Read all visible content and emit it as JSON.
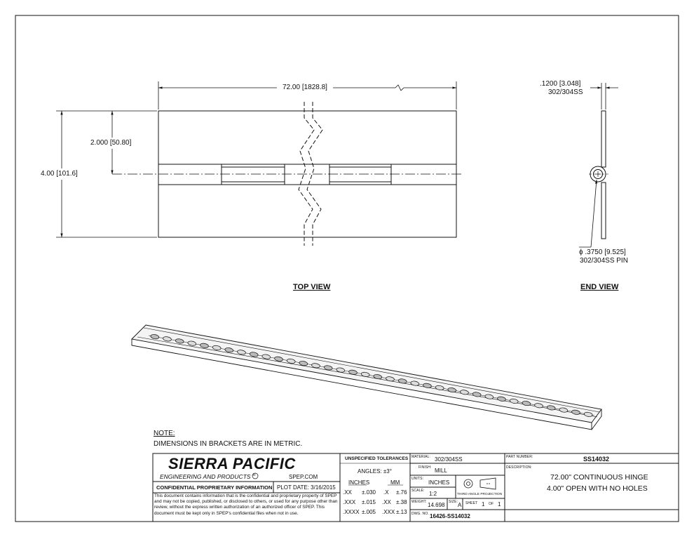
{
  "top_view": {
    "label": "TOP VIEW",
    "length_dim": "72.00",
    "length_dim_metric": "[1828.8]",
    "width_dim": "4.00",
    "width_dim_metric": "[101.6]",
    "half_width_dim": "2.000",
    "half_width_dim_metric": "[50.80]"
  },
  "end_view": {
    "label": "END VIEW",
    "thickness_dim": ".1200",
    "thickness_dim_metric": "[3.048]",
    "thickness_material": "302/304SS",
    "pin_symbol": "ϕ",
    "pin_dim": ".3750",
    "pin_dim_metric": "[9.525]",
    "pin_material": "302/304SS PIN"
  },
  "notes": {
    "title": "NOTE:",
    "text": "DIMENSIONS IN BRACKETS ARE IN METRIC."
  },
  "title_block": {
    "company": "SIERRA PACIFIC",
    "company_sub": "ENGINEERING AND PRODUCTS",
    "registered": "R",
    "website": "SPEP.COM",
    "confidential_title": "CONFIDENTIAL PROPRIETARY INFORMATION",
    "plot_date": "PLOT DATE: 3/16/2015",
    "confidential_text": "This document contains information that is the confidential and proprietary property of SPEP and may not be copied, published, or disclosed to others, or used for any purpose other than review, without the express written authorization of an authorized officer of SPEP. This document must be kept only in SPEP's confidential files when not in use.",
    "tolerances": {
      "title": "UNSPECIFIED TOLERANCES",
      "angles": "ANGLES: ±3°",
      "inches_header": "INCHES",
      "mm_header": "MM",
      "inch_rows": [
        {
          "format": ".XX",
          "value": "±.030"
        },
        {
          "format": ".XXX",
          "value": "±.015"
        },
        {
          "format": ".XXXX",
          "value": "±.005"
        }
      ],
      "mm_rows": [
        {
          "format": ".X",
          "value": "±.76"
        },
        {
          "format": ".XX",
          "value": "±.38"
        },
        {
          "format": ".XXX",
          "value": "±.13"
        }
      ]
    },
    "material_label": "MATERIAL:",
    "material": "302/304SS",
    "finish_label": "FINISH:",
    "finish": "MILL",
    "units_label": "UNITS:",
    "units": "INCHES",
    "scale_label": "SCALE:",
    "scale": "1:2",
    "projection_label": "THIRD ANGLE PROJECTION",
    "weight_label": "WEIGHT:",
    "weight": "14.698",
    "size_label": "SIZE:",
    "size": "A",
    "sheet_label": "SHEET",
    "sheet": "1",
    "of_label": "OF",
    "sheet_total": "1",
    "dwg_label": "DWG. NO.",
    "dwg_no": "16426-SS14032",
    "part_number_label": "PART NUMBER:",
    "part_number": "SS14032",
    "description_label": "DESCRIPTION:",
    "description_line1": "72.00\" CONTINUOUS HINGE",
    "description_line2": "4.00\" OPEN WITH NO HOLES"
  }
}
